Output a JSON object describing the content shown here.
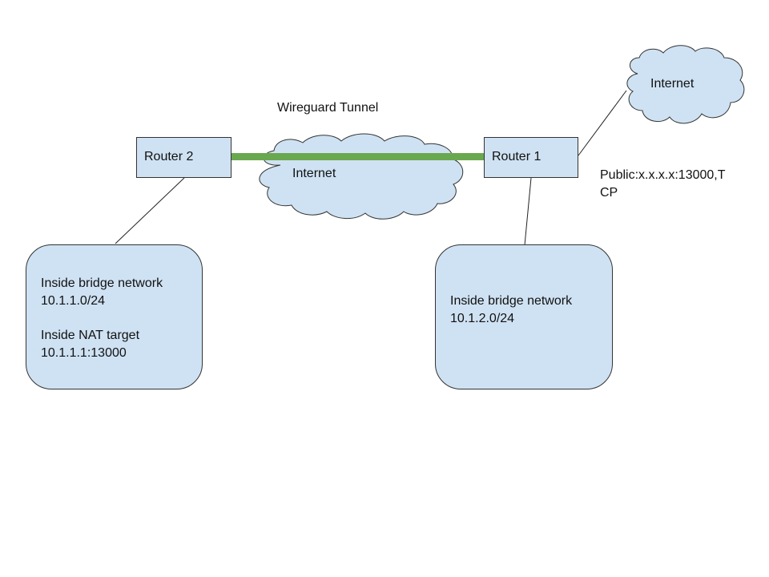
{
  "colors": {
    "node_fill": "#cfe2f3",
    "node_stroke": "#333333",
    "tunnel": "#6aa84f",
    "link": "#222222"
  },
  "tunnel": {
    "label": "Wireguard Tunnel"
  },
  "clouds": {
    "middle_label": "Internet",
    "top_right_label": "Internet"
  },
  "router1": {
    "label": "Router 1",
    "public_line1": "Public:x.x.x.x:13000,T",
    "public_line2": "CP"
  },
  "router2": {
    "label": "Router 2"
  },
  "network_left": {
    "line1": "Inside bridge network",
    "line2": "10.1.1.0/24",
    "line3": "Inside NAT target",
    "line4": "10.1.1.1:13000"
  },
  "network_right": {
    "line1": "Inside bridge network",
    "line2": "10.1.2.0/24"
  }
}
